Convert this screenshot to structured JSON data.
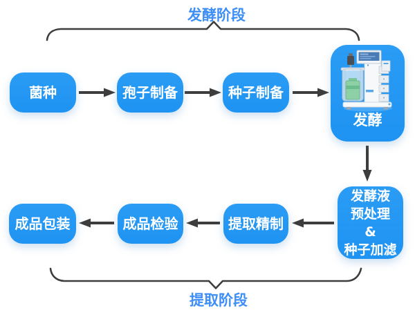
{
  "labels": {
    "fermentation_stage": "发酵阶段",
    "extraction_stage": "提取阶段"
  },
  "nodes": {
    "strain": "菌种",
    "spore_preparation": "孢子制备",
    "seed_preparation": "种子制备",
    "fermentation": "发酵",
    "broth_pretreatment": {
      "lines": [
        "发酵液",
        "预处理",
        "&",
        "种子加滤"
      ]
    },
    "extraction_refining": "提取精制",
    "product_inspection": "成品检验",
    "product_packaging": "成品包装"
  },
  "colors": {
    "node_blue": "#2397f4",
    "label_blue": "#3d8ef7",
    "connector_dark": "#3d3d3d",
    "background": "#ffffff"
  }
}
